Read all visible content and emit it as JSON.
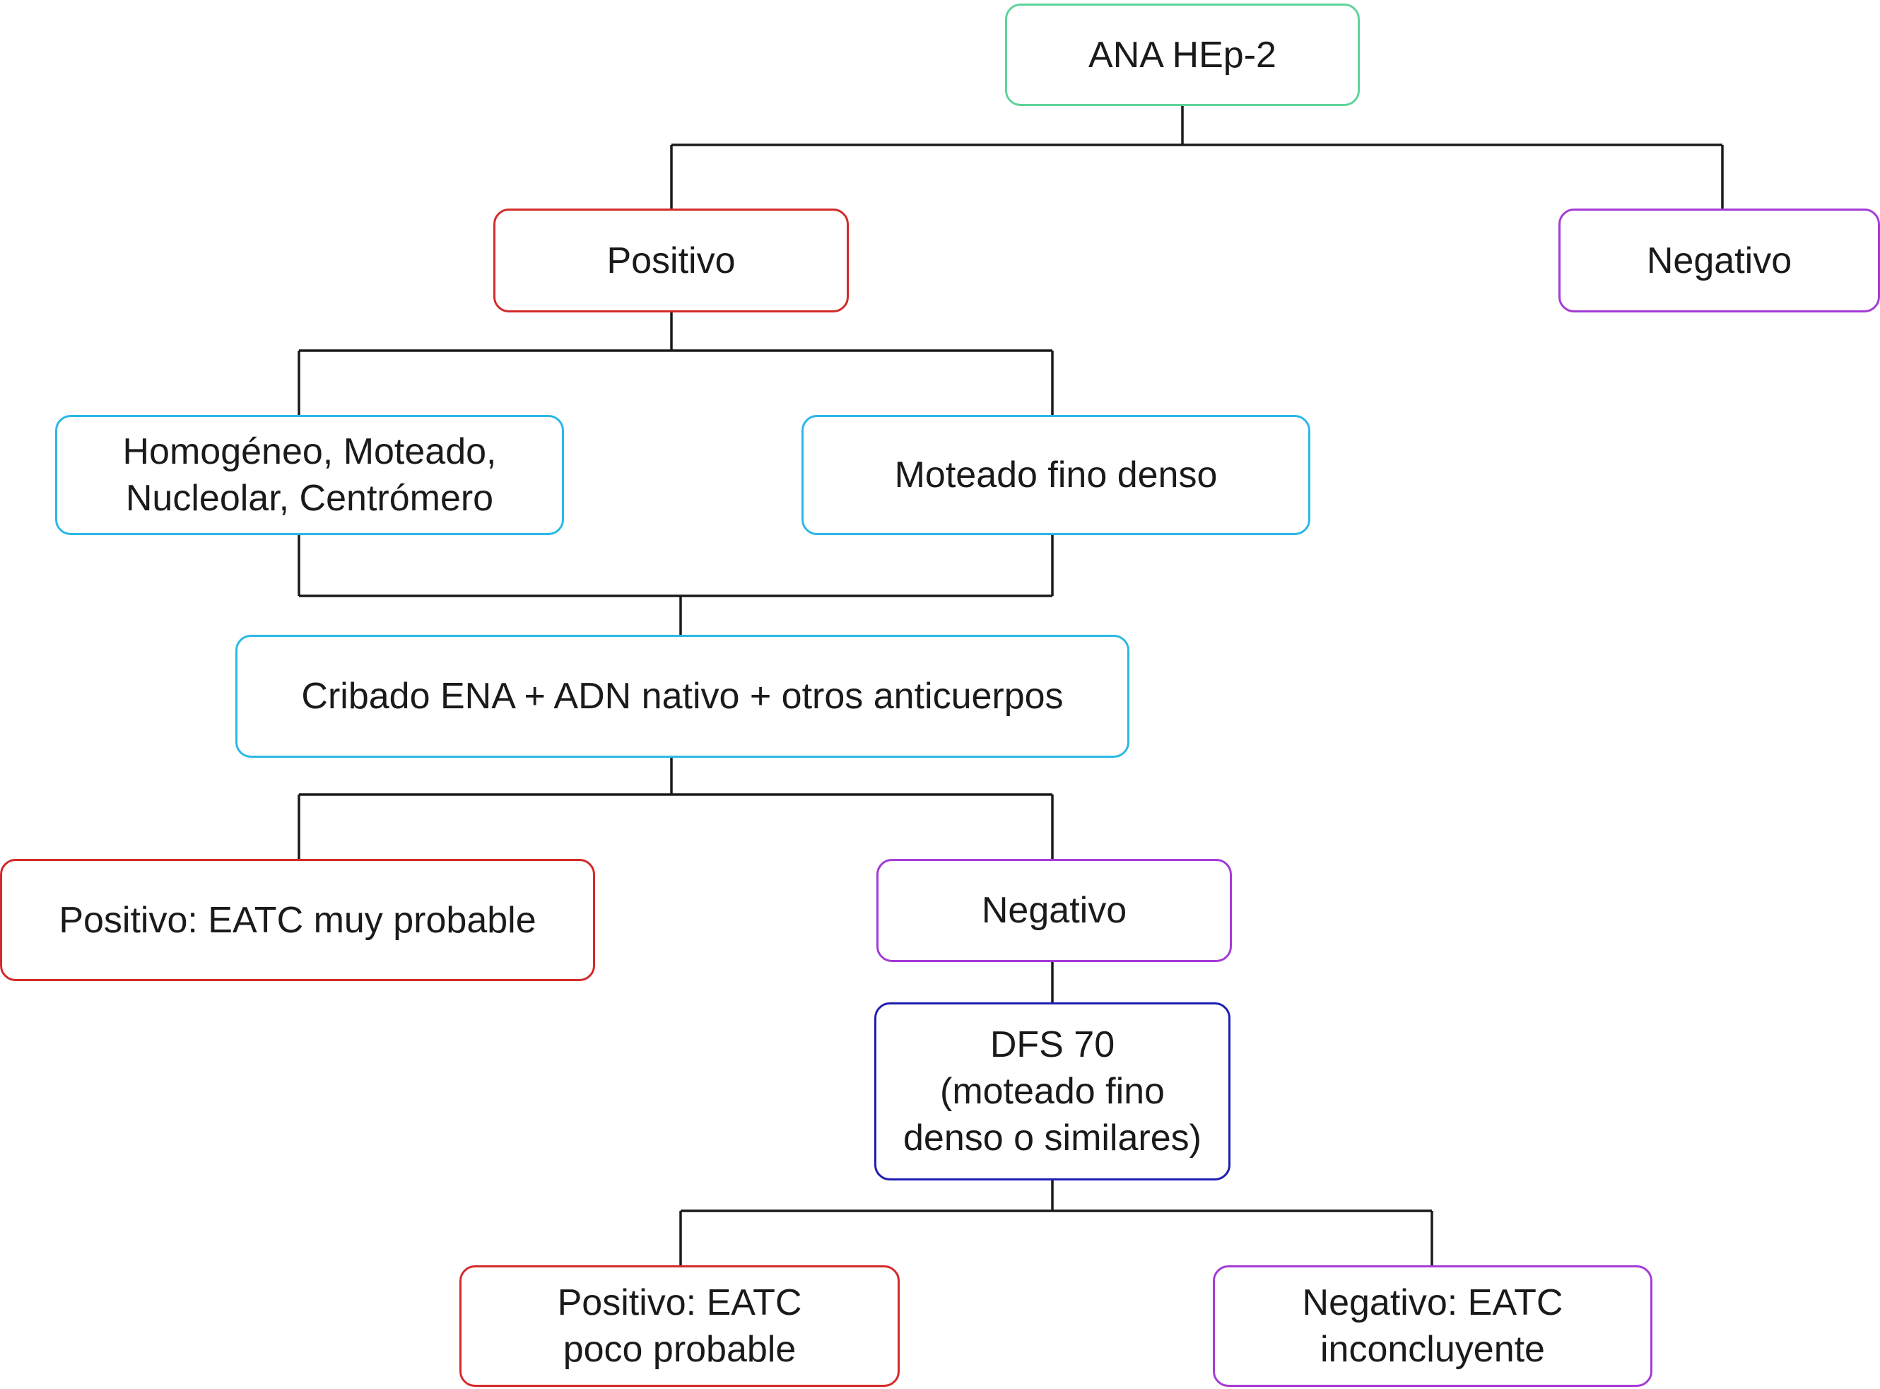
{
  "colors": {
    "green": "#5fd39a",
    "red": "#d42a2a",
    "purple": "#a43bd6",
    "cyan": "#2bb8e6",
    "blue": "#1e1eb0",
    "line": "#1a1a1a"
  },
  "nodes": {
    "ana": {
      "lines": [
        "ANA HEp-2"
      ],
      "color": "#5fd39a"
    },
    "positivo": {
      "lines": [
        "Positivo"
      ],
      "color": "#d42a2a"
    },
    "negativo_top": {
      "lines": [
        "Negativo"
      ],
      "color": "#a43bd6"
    },
    "patrones": {
      "lines": [
        "Homogéneo, Moteado,",
        "Nucleolar, Centrómero"
      ],
      "color": "#2bb8e6"
    },
    "moteado_fino": {
      "lines": [
        "Moteado fino denso"
      ],
      "color": "#2bb8e6"
    },
    "cribado": {
      "lines": [
        "Cribado ENA + ADN nativo + otros anticuerpos"
      ],
      "color": "#2bb8e6"
    },
    "positivo_eatc": {
      "lines": [
        "Positivo: EATC muy probable"
      ],
      "color": "#d42a2a"
    },
    "negativo_mid": {
      "lines": [
        "Negativo"
      ],
      "color": "#a43bd6"
    },
    "dfs70": {
      "lines": [
        "DFS 70",
        "(moteado fino",
        "denso o similares)"
      ],
      "color": "#1e1eb0"
    },
    "positivo_poco": {
      "lines": [
        "Positivo: EATC",
        "poco probable"
      ],
      "color": "#d42a2a"
    },
    "negativo_incon": {
      "lines": [
        "Negativo: EATC",
        "inconcluyente"
      ],
      "color": "#a43bd6"
    }
  }
}
